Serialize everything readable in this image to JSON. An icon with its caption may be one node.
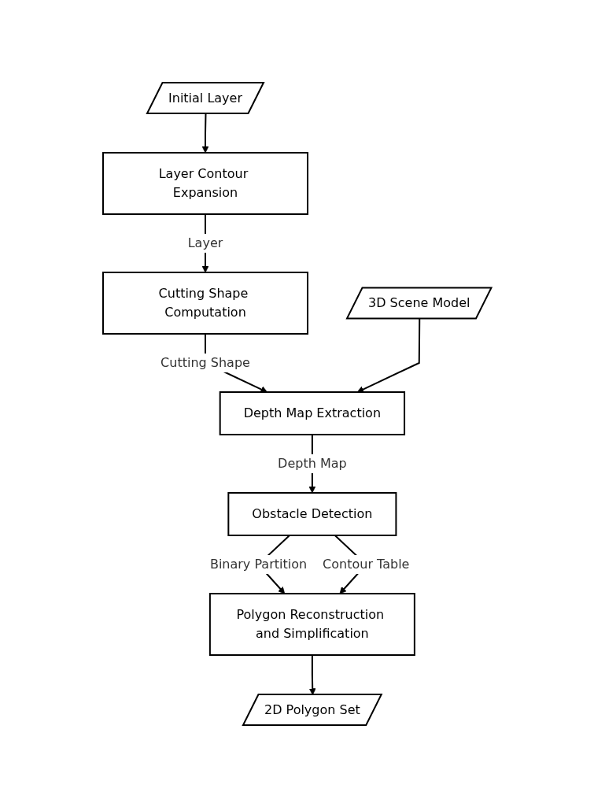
{
  "diagram": {
    "nodes": [
      {
        "text": [
          "Initial Layer"
        ]
      },
      {
        "text": [
          "Layer Contour Expansion"
        ]
      },
      {
        "text": [
          "Cutting Shape Computation"
        ]
      },
      {
        "text": [
          "3D Scene Model"
        ]
      },
      {
        "text": [
          "Depth Map Extraction"
        ]
      },
      {
        "text": [
          "Obstacle Detection"
        ]
      },
      {
        "text": [
          "Polygon Reconstruction and Simplification"
        ]
      },
      {
        "text": [
          "2D Polygon Set"
        ]
      }
    ],
    "edges": [
      {
        "from": 0,
        "to": 1,
        "arrow": "to"
      },
      {
        "from": 1,
        "to": 2,
        "arrow": "to",
        "label": "Layer"
      },
      {
        "from": 2,
        "to": 4,
        "arrow": "to",
        "label": "Cutting Shape"
      },
      {
        "from": 3,
        "to": 4,
        "arrow": "to"
      },
      {
        "from": 4,
        "to": 5,
        "arrow": "to",
        "label": "Depth Map"
      },
      {
        "from": 5,
        "to": 6,
        "arrow": "to",
        "label": "Binary Partition"
      },
      {
        "from": 5,
        "to": 6,
        "arrow": "to",
        "label": "Contour Table"
      },
      {
        "from": 6,
        "to": 7,
        "arrow": "to"
      }
    ]
  }
}
